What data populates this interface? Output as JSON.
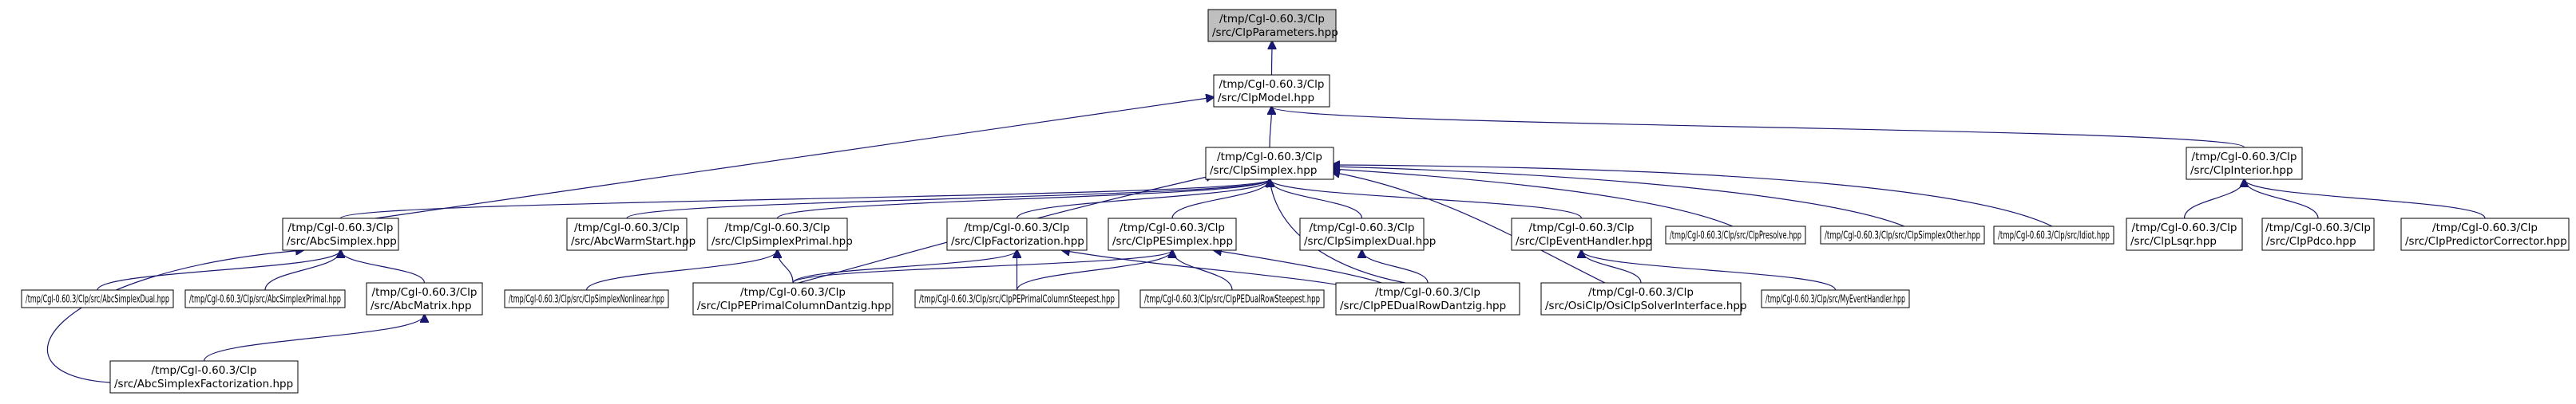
{
  "diagram": {
    "nodes": [
      {
        "id": "params",
        "line1": "/tmp/Cgl-0.60.3/Clp",
        "line2": "/src/ClpParameters.hpp",
        "root": true
      },
      {
        "id": "model",
        "line1": "/tmp/Cgl-0.60.3/Clp",
        "line2": "/src/ClpModel.hpp"
      },
      {
        "id": "simplex",
        "line1": "/tmp/Cgl-0.60.3/Clp",
        "line2": "/src/ClpSimplex.hpp"
      },
      {
        "id": "interior",
        "line1": "/tmp/Cgl-0.60.3/Clp",
        "line2": "/src/ClpInterior.hpp"
      },
      {
        "id": "abcsimplex",
        "line1": "/tmp/Cgl-0.60.3/Clp",
        "line2": "/src/AbcSimplex.hpp"
      },
      {
        "id": "abcwarm",
        "line1": "/tmp/Cgl-0.60.3/Clp",
        "line2": "/src/AbcWarmStart.hpp"
      },
      {
        "id": "simplexprimal",
        "line1": "/tmp/Cgl-0.60.3/Clp",
        "line2": "/src/ClpSimplexPrimal.hpp"
      },
      {
        "id": "factorization",
        "line1": "/tmp/Cgl-0.60.3/Clp",
        "line2": "/src/ClpFactorization.hpp"
      },
      {
        "id": "pesimplex",
        "line1": "/tmp/Cgl-0.60.3/Clp",
        "line2": "/src/ClpPESimplex.hpp"
      },
      {
        "id": "simplexdual",
        "line1": "/tmp/Cgl-0.60.3/Clp",
        "line2": "/src/ClpSimplexDual.hpp"
      },
      {
        "id": "eventhandler",
        "line1": "/tmp/Cgl-0.60.3/Clp",
        "line2": "/src/ClpEventHandler.hpp"
      },
      {
        "id": "presolve",
        "single": "/tmp/Cgl-0.60.3/Clp/src/ClpPresolve.hpp"
      },
      {
        "id": "simplexother",
        "single": "/tmp/Cgl-0.60.3/Clp/src/ClpSimplexOther.hpp"
      },
      {
        "id": "idiot",
        "single": "/tmp/Cgl-0.60.3/Clp/src/Idiot.hpp"
      },
      {
        "id": "lsqr",
        "line1": "/tmp/Cgl-0.60.3/Clp",
        "line2": "/src/ClpLsqr.hpp"
      },
      {
        "id": "pdco",
        "line1": "/tmp/Cgl-0.60.3/Clp",
        "line2": "/src/ClpPdco.hpp"
      },
      {
        "id": "predictor",
        "line1": "/tmp/Cgl-0.60.3/Clp",
        "line2": "/src/ClpPredictorCorrector.hpp"
      },
      {
        "id": "abcdual",
        "single": "/tmp/Cgl-0.60.3/Clp/src/AbcSimplexDual.hpp"
      },
      {
        "id": "abcprimal",
        "single": "/tmp/Cgl-0.60.3/Clp/src/AbcSimplexPrimal.hpp"
      },
      {
        "id": "abcmatrix",
        "line1": "/tmp/Cgl-0.60.3/Clp",
        "line2": "/src/AbcMatrix.hpp"
      },
      {
        "id": "nonlinear",
        "single": "/tmp/Cgl-0.60.3/Clp/src/ClpSimplexNonlinear.hpp"
      },
      {
        "id": "peprimaldantzig",
        "line1": "/tmp/Cgl-0.60.3/Clp",
        "line2": "/src/ClpPEPrimalColumnDantzig.hpp"
      },
      {
        "id": "peprimalsteepest",
        "single": "/tmp/Cgl-0.60.3/Clp/src/ClpPEPrimalColumnSteepest.hpp"
      },
      {
        "id": "pedualsteepest",
        "single": "/tmp/Cgl-0.60.3/Clp/src/ClpPEDualRowSteepest.hpp"
      },
      {
        "id": "pedualdantzig",
        "line1": "/tmp/Cgl-0.60.3/Clp",
        "line2": "/src/ClpPEDualRowDantzig.hpp"
      },
      {
        "id": "osiclp",
        "line1": "/tmp/Cgl-0.60.3/Clp",
        "line2": "/src/OsiClp/OsiClpSolverInterface.hpp"
      },
      {
        "id": "myevent",
        "single": "/tmp/Cgl-0.60.3/Clp/src/MyEventHandler.hpp"
      },
      {
        "id": "abcfactorization",
        "line1": "/tmp/Cgl-0.60.3/Clp",
        "line2": "/src/AbcSimplexFactorization.hpp"
      }
    ],
    "edges": [
      [
        "params",
        "model"
      ],
      [
        "model",
        "simplex"
      ],
      [
        "model",
        "interior"
      ],
      [
        "model",
        "abcsimplex"
      ],
      [
        "simplex",
        "abcsimplex"
      ],
      [
        "simplex",
        "abcwarm"
      ],
      [
        "simplex",
        "simplexprimal"
      ],
      [
        "simplex",
        "factorization"
      ],
      [
        "simplex",
        "pesimplex"
      ],
      [
        "simplex",
        "simplexdual"
      ],
      [
        "simplex",
        "eventhandler"
      ],
      [
        "simplex",
        "presolve"
      ],
      [
        "simplex",
        "simplexother"
      ],
      [
        "simplex",
        "idiot"
      ],
      [
        "simplex",
        "peprimaldantzig"
      ],
      [
        "simplex",
        "pedualdantzig"
      ],
      [
        "simplex",
        "osiclp"
      ],
      [
        "interior",
        "lsqr"
      ],
      [
        "interior",
        "pdco"
      ],
      [
        "interior",
        "predictor"
      ],
      [
        "abcsimplex",
        "abcdual"
      ],
      [
        "abcsimplex",
        "abcprimal"
      ],
      [
        "abcsimplex",
        "abcmatrix"
      ],
      [
        "abcsimplex",
        "abcfactorization"
      ],
      [
        "abcmatrix",
        "abcfactorization"
      ],
      [
        "simplexprimal",
        "nonlinear"
      ],
      [
        "simplexprimal",
        "peprimaldantzig"
      ],
      [
        "factorization",
        "peprimaldantzig"
      ],
      [
        "factorization",
        "peprimalsteepest"
      ],
      [
        "factorization",
        "pedualdantzig"
      ],
      [
        "pesimplex",
        "peprimaldantzig"
      ],
      [
        "pesimplex",
        "peprimalsteepest"
      ],
      [
        "pesimplex",
        "pedualsteepest"
      ],
      [
        "pesimplex",
        "pedualdantzig"
      ],
      [
        "simplexdual",
        "pedualdantzig"
      ],
      [
        "eventhandler",
        "osiclp"
      ],
      [
        "eventhandler",
        "myevent"
      ]
    ]
  }
}
